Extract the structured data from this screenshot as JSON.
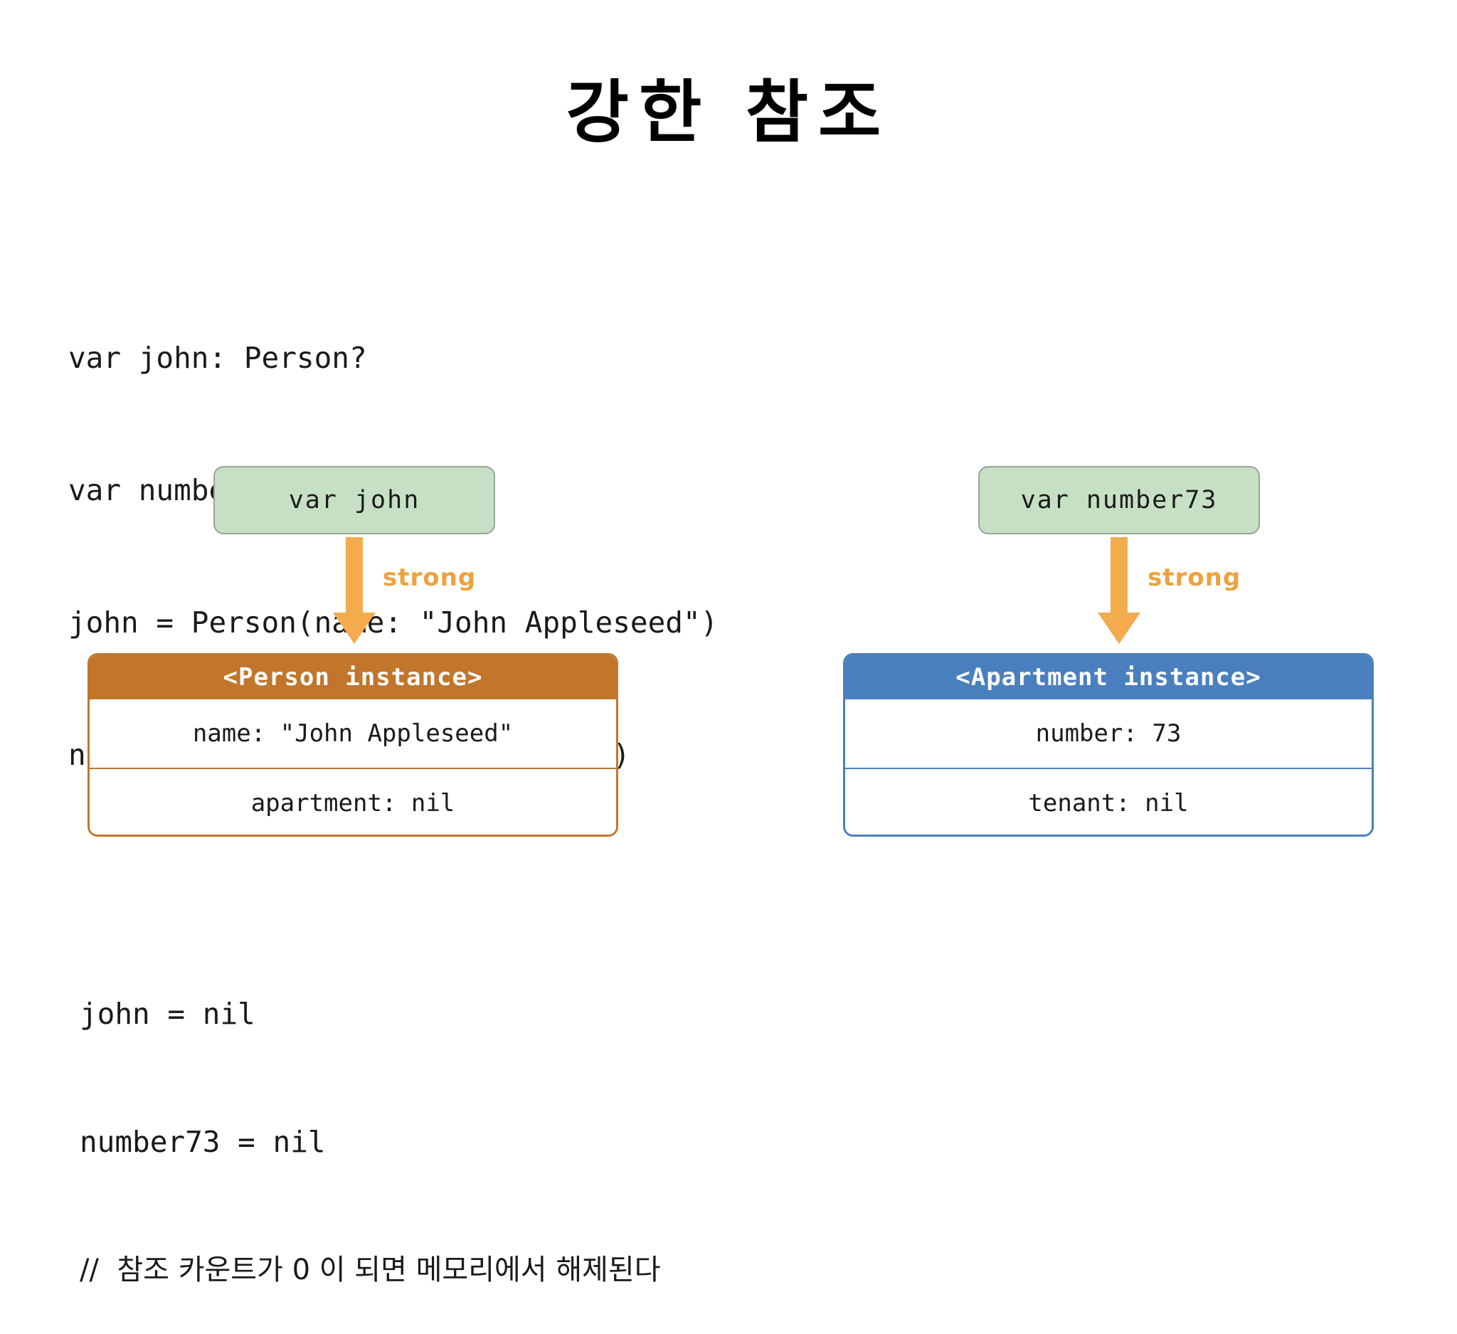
{
  "slide": {
    "title": "강한 참조",
    "background_color": "#ffffff"
  },
  "code_top": {
    "lines": [
      "var john: Person?",
      "var number73: Apartment?",
      "john = Person(name: \"John Appleseed\")",
      "number73 = Apartment(number: 73)"
    ]
  },
  "diagram": {
    "colors": {
      "var_box_fill": "#c6e0c4",
      "var_box_border": "#9aa39a",
      "arrow": "#f3ab4e",
      "arrow_label": "#eda23f",
      "person_accent": "#c1762c",
      "apartment_accent": "#4a7fbf",
      "instance_body": "#ffffff"
    },
    "left": {
      "var_box_label": "var john",
      "arrow_label": "strong",
      "instance": {
        "header": "<Person instance>",
        "rows": [
          "name: \"John Appleseed\"",
          "apartment: nil"
        ]
      }
    },
    "right": {
      "var_box_label": "var number73",
      "arrow_label": "strong",
      "instance": {
        "header": "<Apartment instance>",
        "rows": [
          "number: 73",
          "tenant: nil"
        ]
      }
    }
  },
  "code_bottom": {
    "lines": [
      "john = nil",
      "number73 = nil"
    ],
    "comment": "//  참조 카운트가 0 이 되면 메모리에서 해제된다"
  }
}
